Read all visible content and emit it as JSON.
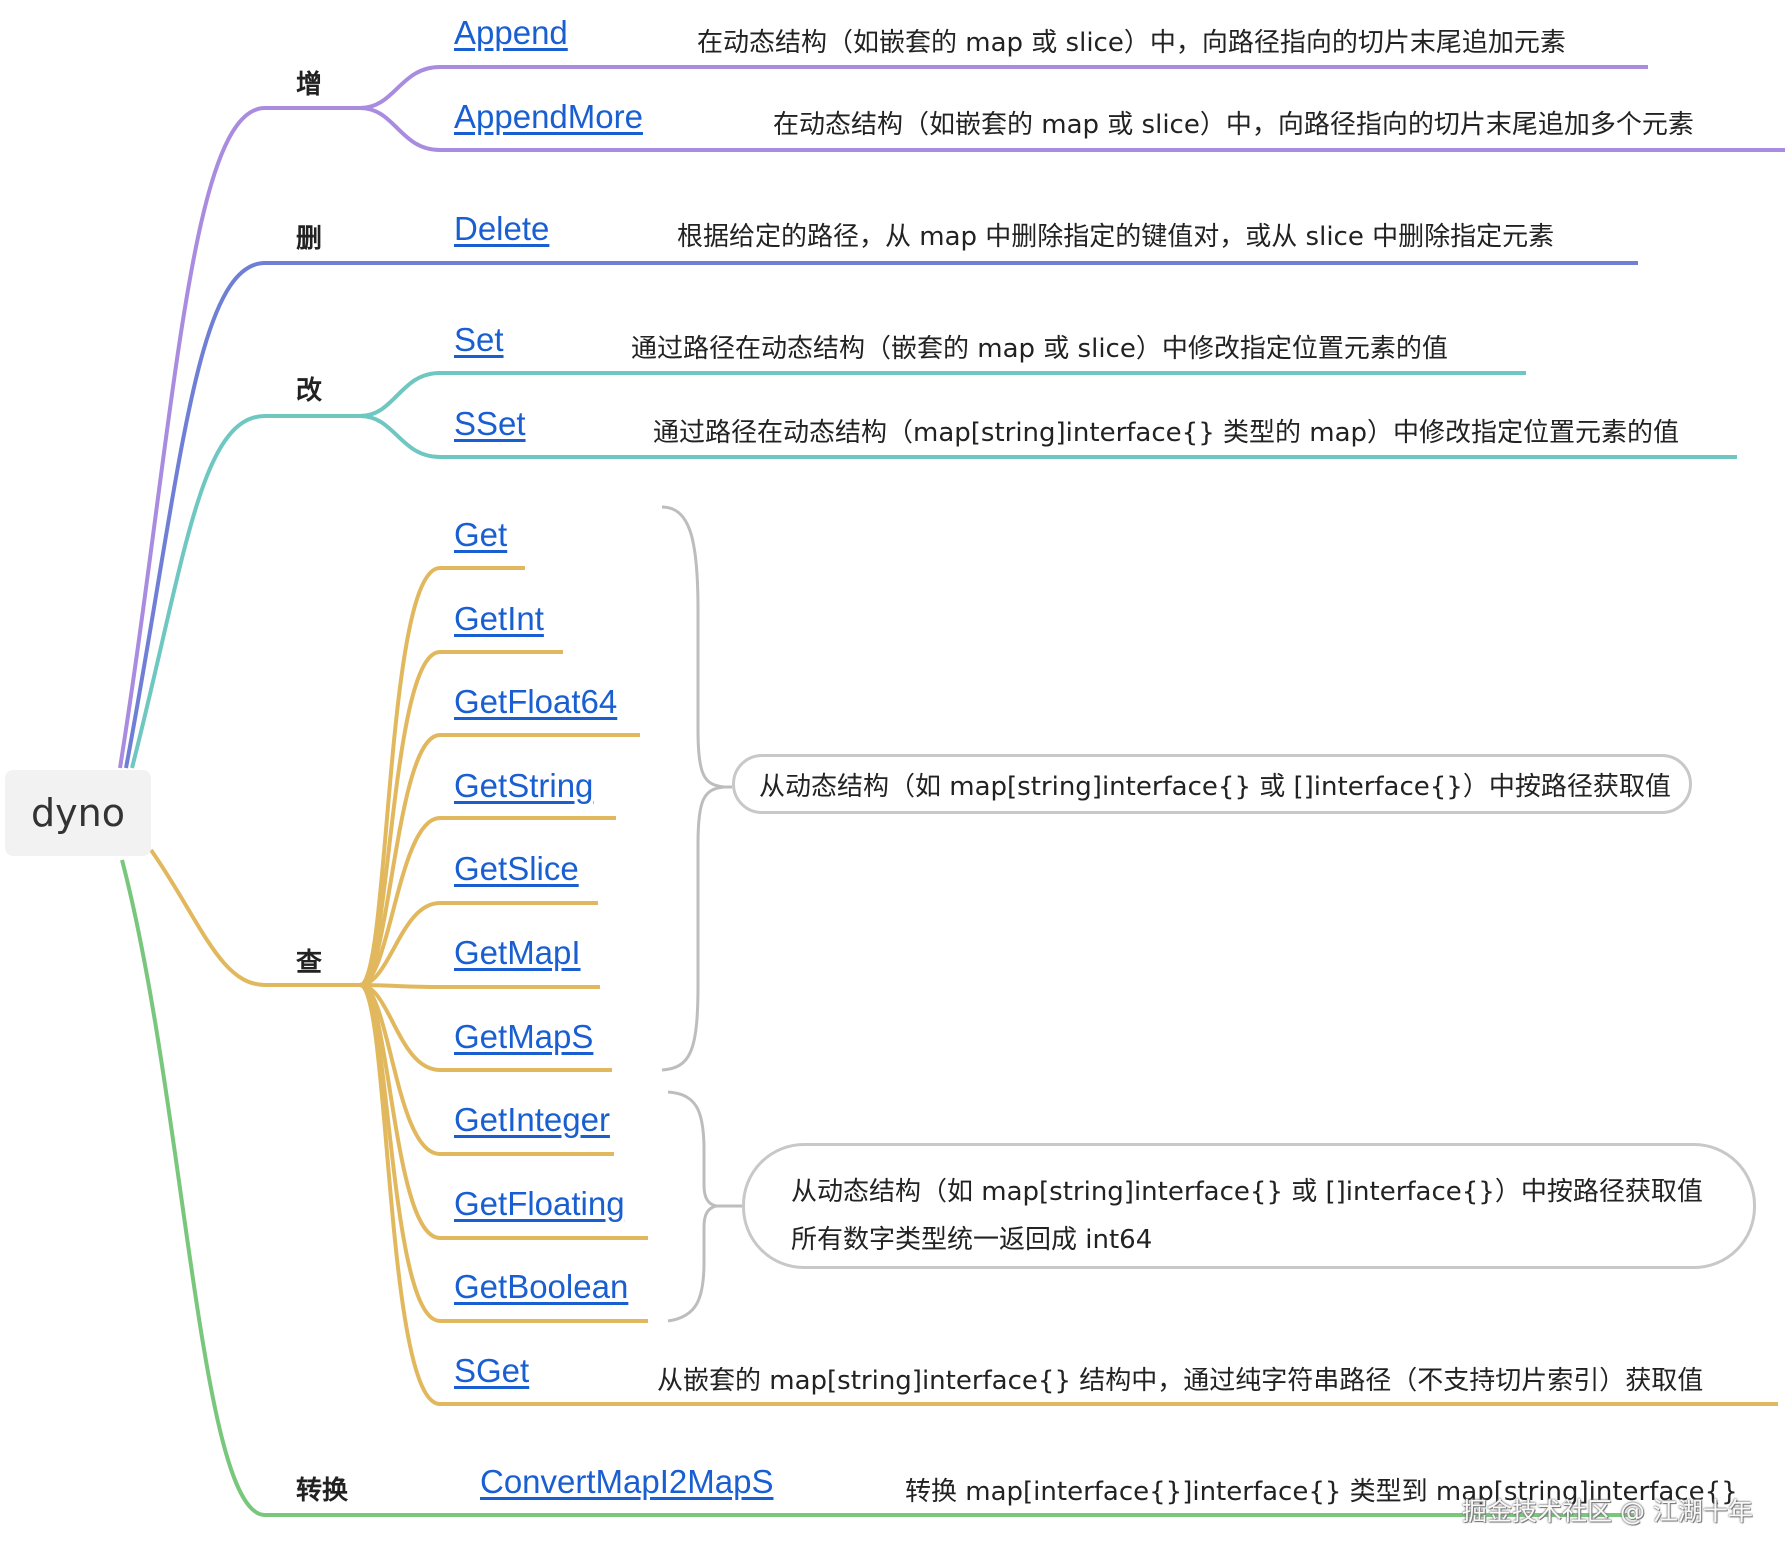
{
  "root": {
    "label": "dyno"
  },
  "colors": {
    "add": "#a98be0",
    "delete": "#6f7fd6",
    "modify": "#6fc7c1",
    "query": "#e2b85e",
    "convert": "#79c77c",
    "bracket": "#bdbdbd",
    "link": "#1a5fd1"
  },
  "categories": {
    "add": "增",
    "delete": "删",
    "modify": "改",
    "query": "查",
    "convert": "转换"
  },
  "functions": {
    "append": {
      "name": "Append",
      "desc": "在动态结构（如嵌套的 map 或 slice）中，向路径指向的切片末尾追加元素"
    },
    "append_more": {
      "name": "AppendMore",
      "desc": "在动态结构（如嵌套的 map 或 slice）中，向路径指向的切片末尾追加多个元素"
    },
    "delete": {
      "name": "Delete",
      "desc": "根据给定的路径，从 map 中删除指定的键值对，或从 slice 中删除指定元素"
    },
    "set": {
      "name": "Set",
      "desc": "通过路径在动态结构（嵌套的 map 或 slice）中修改指定位置元素的值"
    },
    "sset": {
      "name": "SSet",
      "desc": "通过路径在动态结构（map[string]interface{} 类型的 map）中修改指定位置元素的值"
    },
    "get": {
      "name": "Get"
    },
    "get_int": {
      "name": "GetInt"
    },
    "get_float64": {
      "name": "GetFloat64"
    },
    "get_string": {
      "name": "GetString"
    },
    "get_slice": {
      "name": "GetSlice"
    },
    "get_mapi": {
      "name": "GetMapI"
    },
    "get_maps": {
      "name": "GetMapS"
    },
    "get_integer": {
      "name": "GetInteger"
    },
    "get_floating": {
      "name": "GetFloating"
    },
    "get_boolean": {
      "name": "GetBoolean"
    },
    "sget": {
      "name": "SGet",
      "desc": "从嵌套的 map[string]interface{} 结构中，通过纯字符串路径（不支持切片索引）获取值"
    },
    "convert": {
      "name": "ConvertMapI2MapS",
      "desc": "转换 map[interface{}]interface{} 类型到 map[string]interface{}"
    }
  },
  "query_groups": {
    "basic": {
      "desc": "从动态结构（如 map[string]interface{} 或 []interface{}）中按路径获取值"
    },
    "numeric": {
      "line1": "从动态结构（如 map[string]interface{} 或 []interface{}）中按路径获取值",
      "line2": "所有数字类型统一返回成 int64"
    }
  },
  "watermark": "掘金技术社区 @ 江湖十年"
}
